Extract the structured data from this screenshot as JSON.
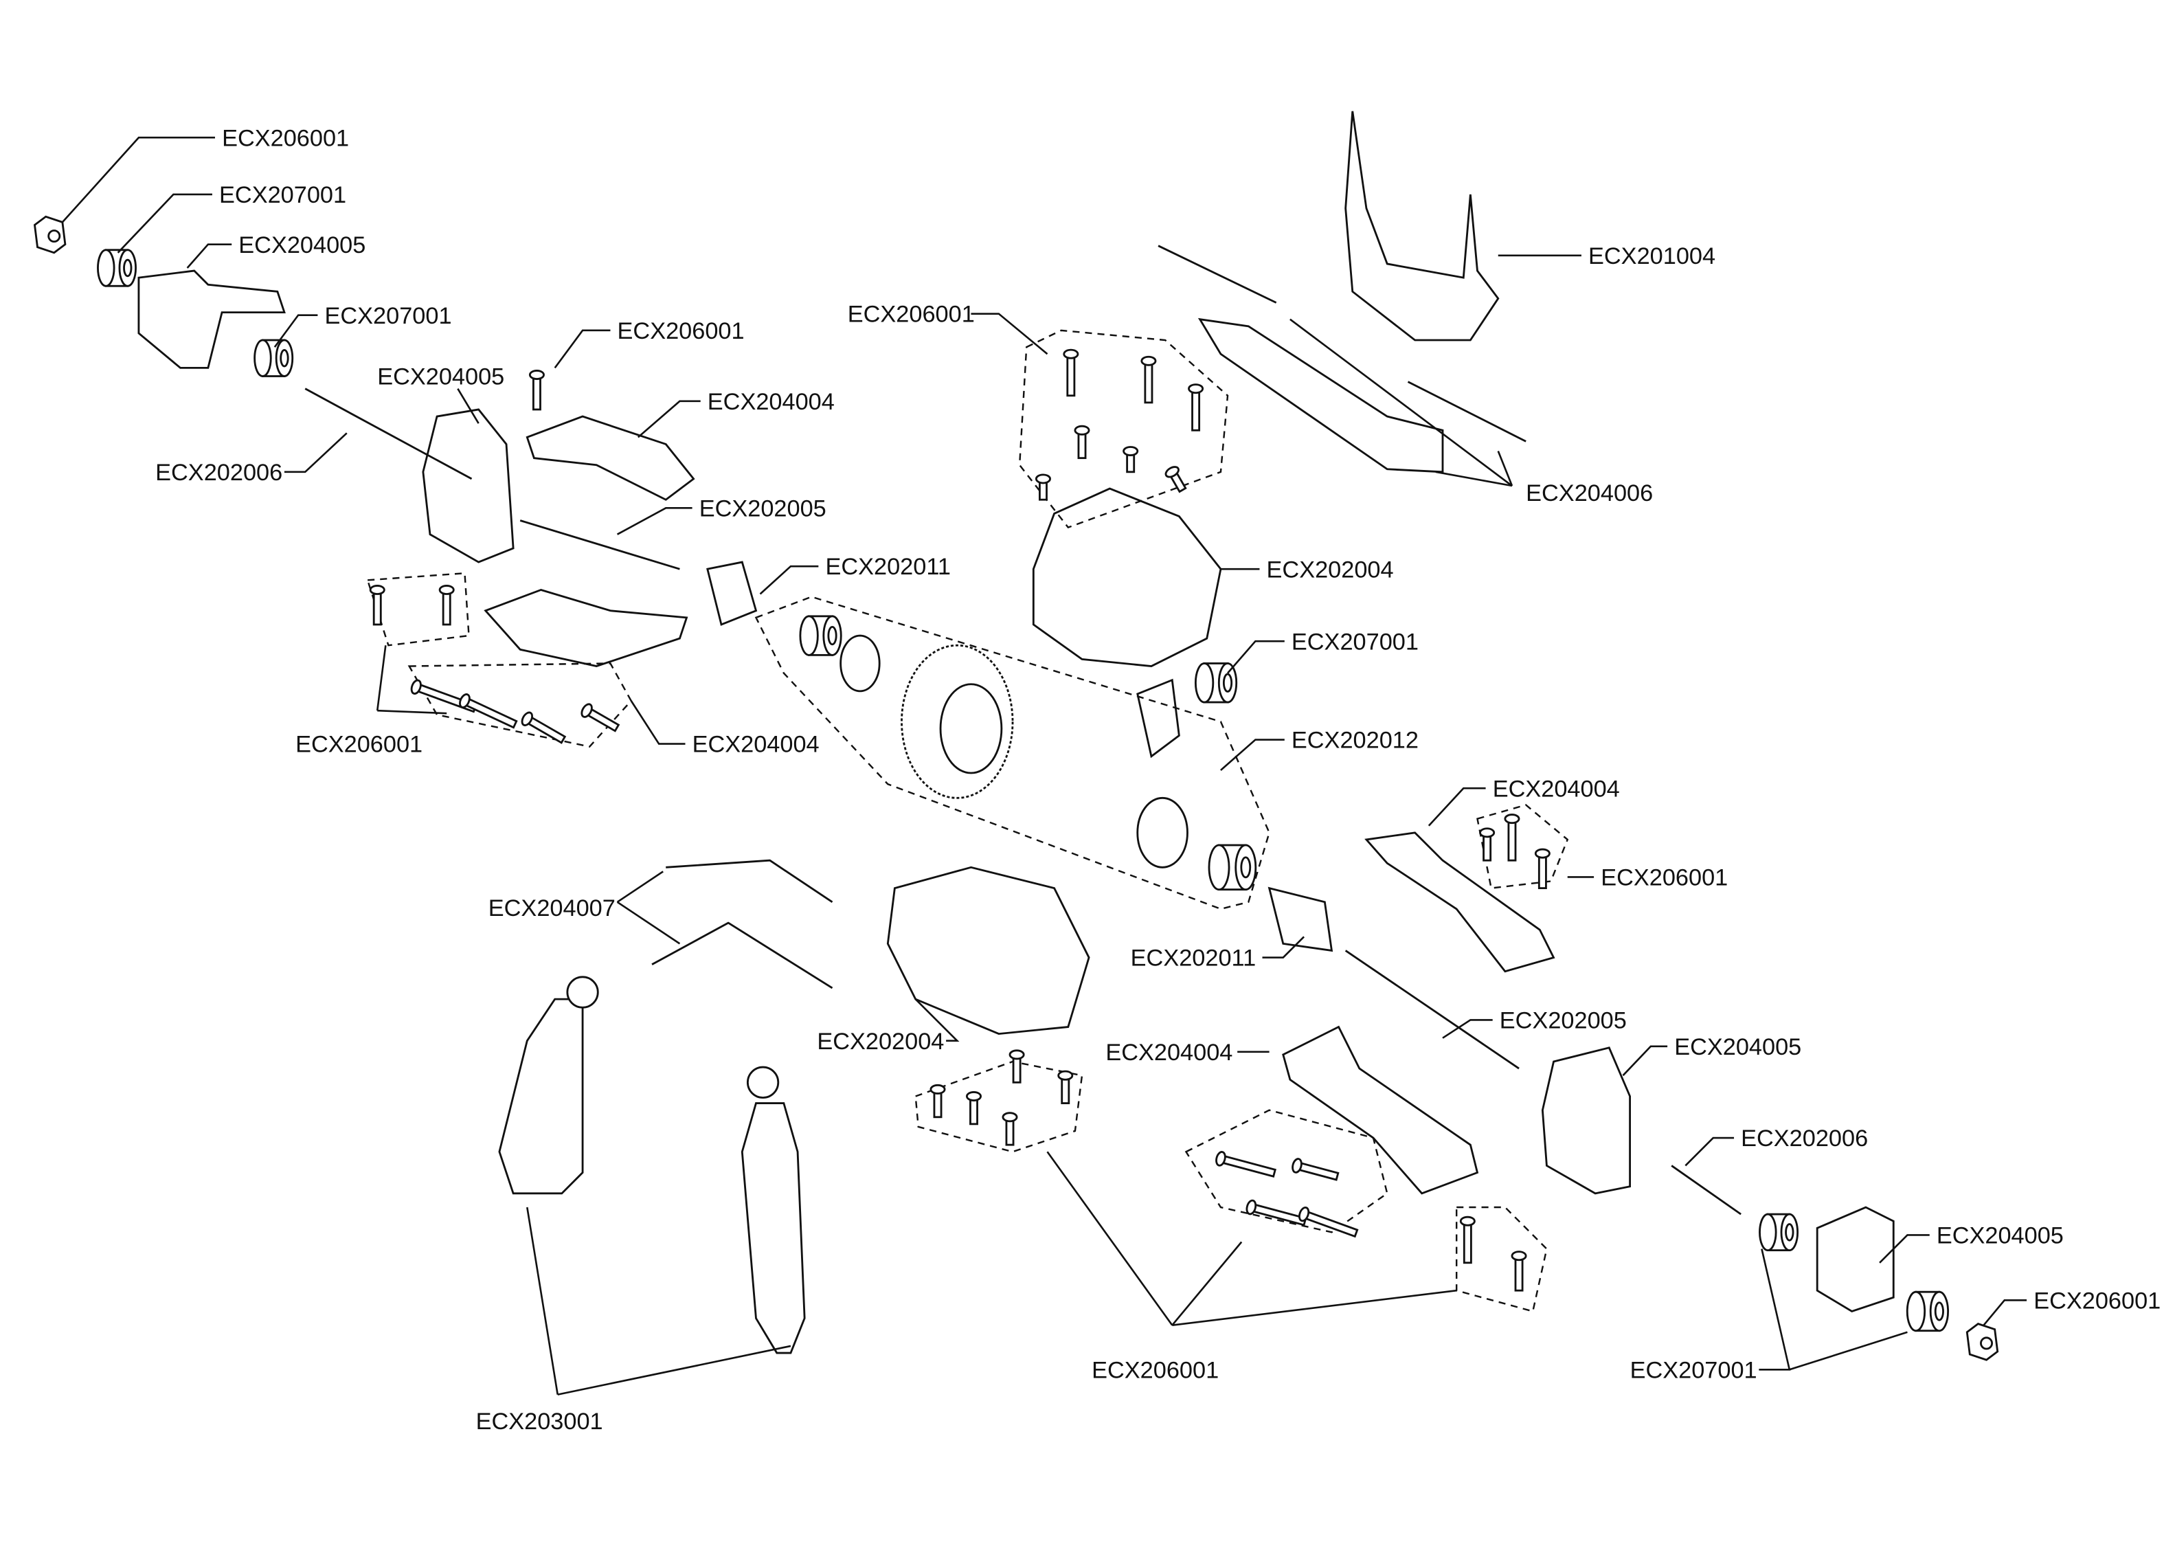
{
  "diagram": {
    "type": "exploded parts diagram",
    "labels": [
      "ECX206001",
      "ECX207001",
      "ECX204005",
      "ECX207001",
      "ECX206001",
      "ECX204005",
      "ECX204004",
      "ECX202006",
      "ECX202005",
      "ECX202011",
      "ECX206001",
      "ECX204004",
      "ECX206001",
      "ECX201004",
      "ECX204006",
      "ECX202004",
      "ECX207001",
      "ECX202012",
      "ECX204004",
      "ECX206001",
      "ECX204007",
      "ECX202011",
      "ECX202004",
      "ECX202005",
      "ECX204005",
      "ECX204004",
      "ECX202006",
      "ECX204005",
      "ECX206001",
      "ECX206001",
      "ECX207001",
      "ECX203001"
    ]
  }
}
